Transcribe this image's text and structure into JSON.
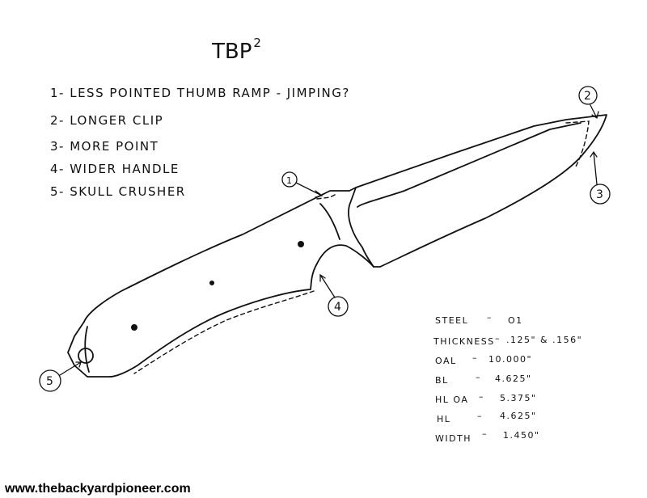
{
  "title": {
    "text": "TBP",
    "superscript": "2"
  },
  "notes": [
    "1- Less pointed thumb ramp - jimping?",
    "2- Longer clip",
    "3- More point",
    "4- Wider handle",
    "5- Skull crusher"
  ],
  "callouts": [
    "1",
    "2",
    "3",
    "4",
    "5"
  ],
  "specs": [
    {
      "label": "Steel",
      "value": "O1"
    },
    {
      "label": "Thickness",
      "value": ".125\" & .156\""
    },
    {
      "label": "OAL",
      "value": "10.000\""
    },
    {
      "label": "BL",
      "value": "4.625\""
    },
    {
      "label": "HL OA",
      "value": "5.375\""
    },
    {
      "label": "HL",
      "value": "4.625\""
    },
    {
      "label": "Width",
      "value": "1.450\""
    }
  ],
  "footer": "www.thebackyardpioneer.com",
  "colors": {
    "ink": "#111111",
    "paper": "#ffffff"
  }
}
